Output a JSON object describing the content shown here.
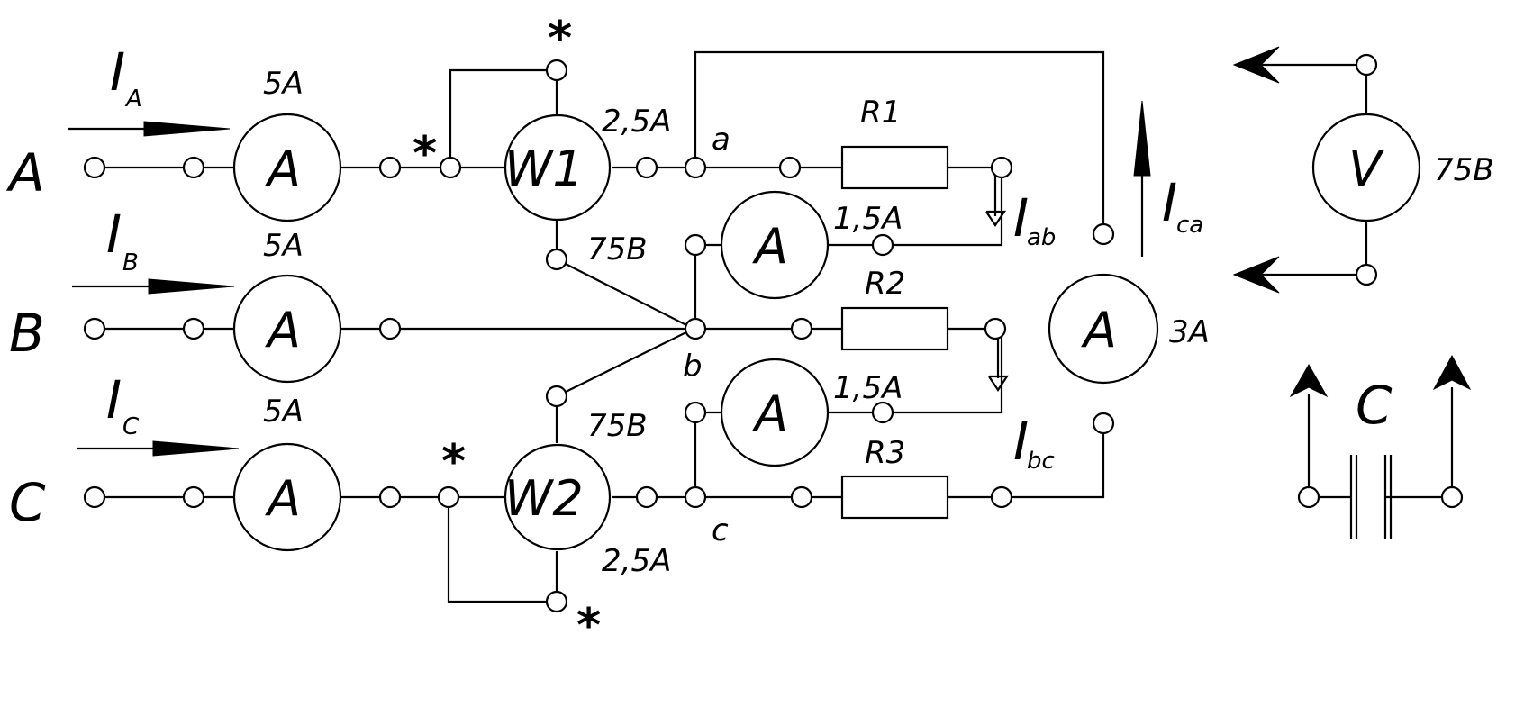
{
  "phases": {
    "a": "A",
    "b": "B",
    "c": "C"
  },
  "currents": {
    "ia_main": "I",
    "ia_sub": "A",
    "ib_main": "I",
    "ib_sub": "B",
    "ic_main": "I",
    "ic_sub": "C",
    "iab_main": "I",
    "iab_sub": "ab",
    "ibc_main": "I",
    "ibc_sub": "bc",
    "ica_main": "I",
    "ica_sub": "ca"
  },
  "meters": {
    "ammeter_symbol": "A",
    "wattmeter1": "W1",
    "wattmeter2": "W2",
    "voltmeter": "V"
  },
  "ratings": {
    "ammeter_a": "5A",
    "ammeter_b": "5A",
    "ammeter_c": "5A",
    "w1_current": "2,5A",
    "w1_voltage": "75B",
    "w2_voltage": "75B",
    "w2_current": "2,5A",
    "ammeter_ab": "1,5A",
    "ammeter_bc": "1,5A",
    "ammeter_ca": "3A",
    "voltmeter": "75B"
  },
  "resistors": {
    "r1": "R1",
    "r2": "R2",
    "r3": "R3"
  },
  "nodes": {
    "a": "a",
    "b": "b",
    "c": "c"
  },
  "capacitor": "C",
  "star_mark": "*"
}
